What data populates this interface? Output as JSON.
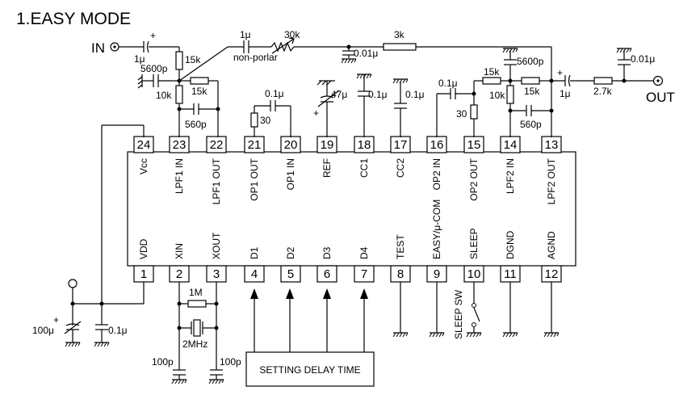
{
  "title": "1.EASY MODE",
  "io": {
    "in": "IN",
    "out": "OUT"
  },
  "ic": {
    "top_pins": [
      {
        "num": "24",
        "label": "Vcc"
      },
      {
        "num": "23",
        "label": "LPF1 IN"
      },
      {
        "num": "22",
        "label": "LPF1 OUT"
      },
      {
        "num": "21",
        "label": "OP1 OUT"
      },
      {
        "num": "20",
        "label": "OP1 IN"
      },
      {
        "num": "19",
        "label": "REF"
      },
      {
        "num": "18",
        "label": "CC1"
      },
      {
        "num": "17",
        "label": "CC2"
      },
      {
        "num": "16",
        "label": "OP2 IN"
      },
      {
        "num": "15",
        "label": "OP2 OUT"
      },
      {
        "num": "14",
        "label": "LPF2 IN"
      },
      {
        "num": "13",
        "label": "LPF2 OUT"
      }
    ],
    "bottom_pins": [
      {
        "num": "1",
        "label": "VDD"
      },
      {
        "num": "2",
        "label": "XIN"
      },
      {
        "num": "3",
        "label": "XOUT"
      },
      {
        "num": "4",
        "label": "D1"
      },
      {
        "num": "5",
        "label": "D2"
      },
      {
        "num": "6",
        "label": "D3"
      },
      {
        "num": "7",
        "label": "D4"
      },
      {
        "num": "8",
        "label": "TEST"
      },
      {
        "num": "9",
        "label": "EASY/μ-COM"
      },
      {
        "num": "10",
        "label": "SLEEP"
      },
      {
        "num": "11",
        "label": "DGND"
      },
      {
        "num": "12",
        "label": "AGND"
      }
    ]
  },
  "components": {
    "c_in": "1μ",
    "r_15k_a": "15k",
    "c_5600p_a": "5600p",
    "r_15k_b": "15k",
    "r_10k_a": "10k",
    "c_560p_a": "560p",
    "c_np": "1μ",
    "np_note": "non-porlar",
    "r_30k": "30k",
    "r_3k": "3k",
    "c_001_a": "0.01μ",
    "c_01_op1": "0.1μ",
    "r_30_a": "30",
    "c_47": "47μ",
    "c_cc1": "0.1μ",
    "c_cc2": "0.1μ",
    "c_01_op2": "0.1μ",
    "r_15k_c": "15k",
    "c_5600p_b": "5600p",
    "r_30_b": "30",
    "r_10k_b": "10k",
    "r_15k_d": "15k",
    "c_560p_b": "560p",
    "c_out": "1μ",
    "r_27k": "2.7k",
    "c_001_b": "0.01μ",
    "c_100u": "100μ",
    "c_01_vdd": "0.1μ",
    "r_1m": "1M",
    "xtal": "2MHz",
    "c_100p_a": "100p",
    "c_100p_b": "100p",
    "sleep_sw": "SLEEP SW",
    "delay_box": "SETTING DELAY TIME"
  }
}
